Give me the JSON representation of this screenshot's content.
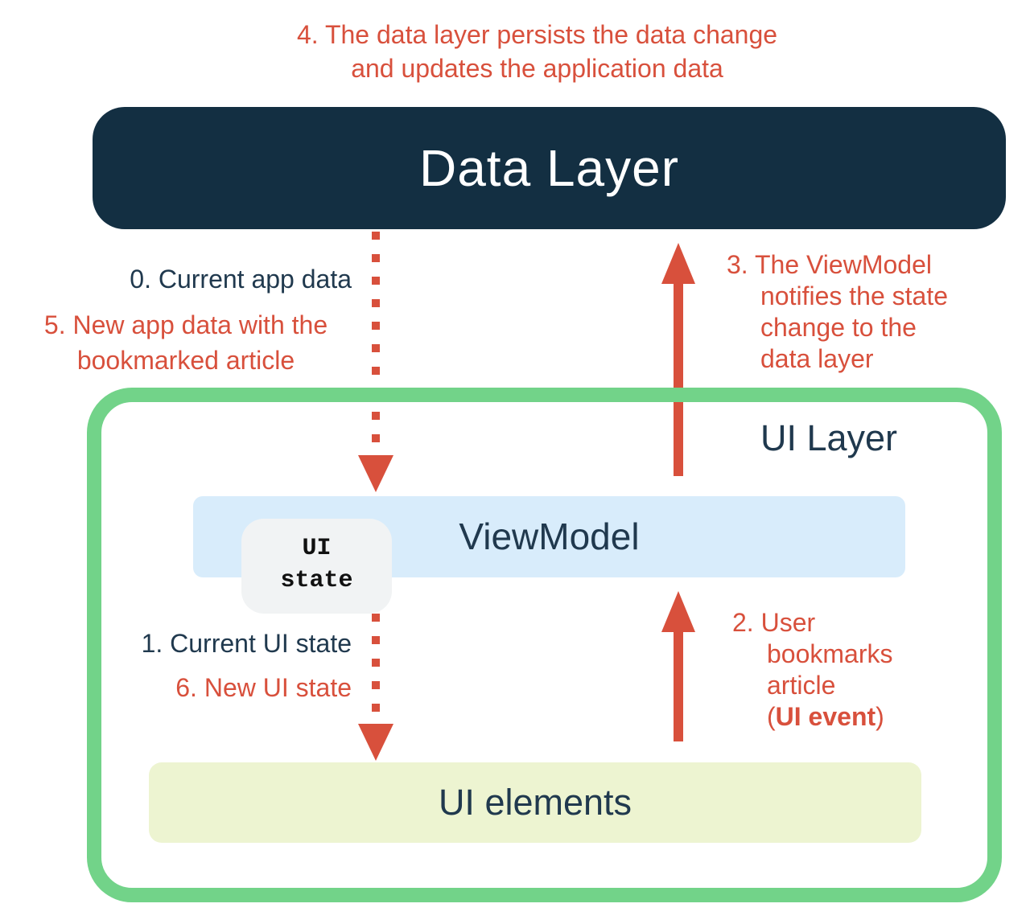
{
  "colors": {
    "red": "#D8503C",
    "navy": "#132F42",
    "text": "#20394E",
    "green": "#72D389",
    "blue": "#D8ECFB",
    "yellow": "#EDF4D1",
    "chip": "#F1F3F4",
    "white": "#FFFFFF"
  },
  "boxes": {
    "data_layer": "Data Layer",
    "ui_layer": "UI Layer",
    "viewmodel": "ViewModel",
    "ui_state": {
      "line1": "UI",
      "line2": "state"
    },
    "ui_elements": "UI elements"
  },
  "annotations": {
    "step4": {
      "line1": "4. The data layer persists the data change",
      "line2": "and updates the application data"
    },
    "step0": "0. Current app data",
    "step5": {
      "line1": "5. New app data with the",
      "line2": "bookmarked article"
    },
    "step3": {
      "line1": "3. The ViewModel",
      "line2": "notifies the state",
      "line3": "change to the",
      "line4": "data layer"
    },
    "step1": "1. Current UI state",
    "step6": "6. New UI state",
    "step2": {
      "line1": "2. User",
      "line2": "bookmarks",
      "line3": "article",
      "line4_open": "(",
      "line4_bold": "UI event",
      "line4_close": ")"
    }
  }
}
